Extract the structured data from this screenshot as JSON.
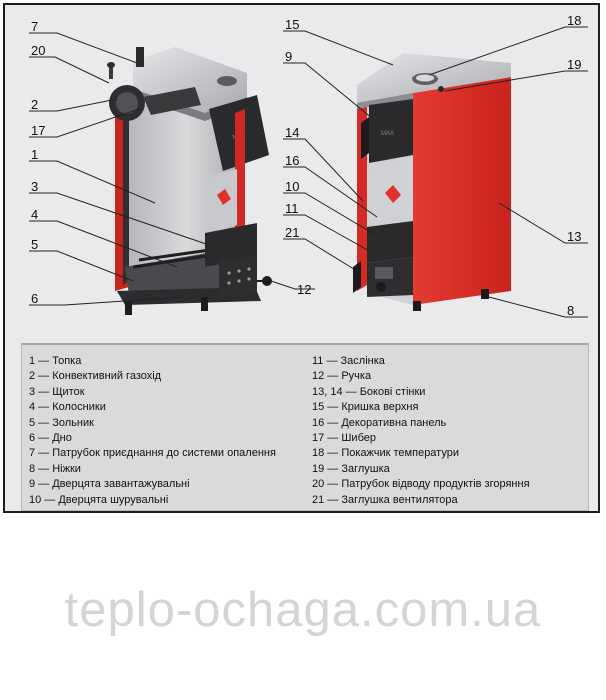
{
  "callouts": [
    "7",
    "20",
    "2",
    "17",
    "1",
    "3",
    "4",
    "5",
    "6",
    "12",
    "15",
    "18",
    "9",
    "19",
    "14",
    "16",
    "10",
    "11",
    "21",
    "13",
    "8"
  ],
  "door_text": [
    "MAX",
    "MAX"
  ],
  "legend": {
    "left": [
      "1 — Топка",
      "2 — Конвективний газохід",
      "3 — Щиток",
      "4 — Колосники",
      "5 — Зольник",
      "6 — Дно",
      "7 — Патрубок приєднання до системи опалення",
      "8 — Ніжки",
      "9 — Дверцята завантажувальні",
      "10 — Дверцята шурувальні"
    ],
    "right": [
      "11 — Заслінка",
      "12 — Ручка",
      "13, 14 — Бокові стінки",
      "15 — Кришка верхня",
      "16 — Декоративна панель",
      "17 — Шибер",
      "18 — Покажчик температури",
      "19 — Заглушка",
      "20 — Патрубок відводу продуктів згоряння",
      "21 — Заглушка вентилятора"
    ]
  },
  "watermark": "teplo-ochaga.com.ua",
  "colors": {
    "body_red": "#e0312a",
    "body_red_dark": "#a81b16",
    "panel_grey": "#c6c8cb",
    "door_black": "#2a2a2c",
    "frame": "#1e1e1e",
    "legend_bg": "#d9dadc"
  }
}
